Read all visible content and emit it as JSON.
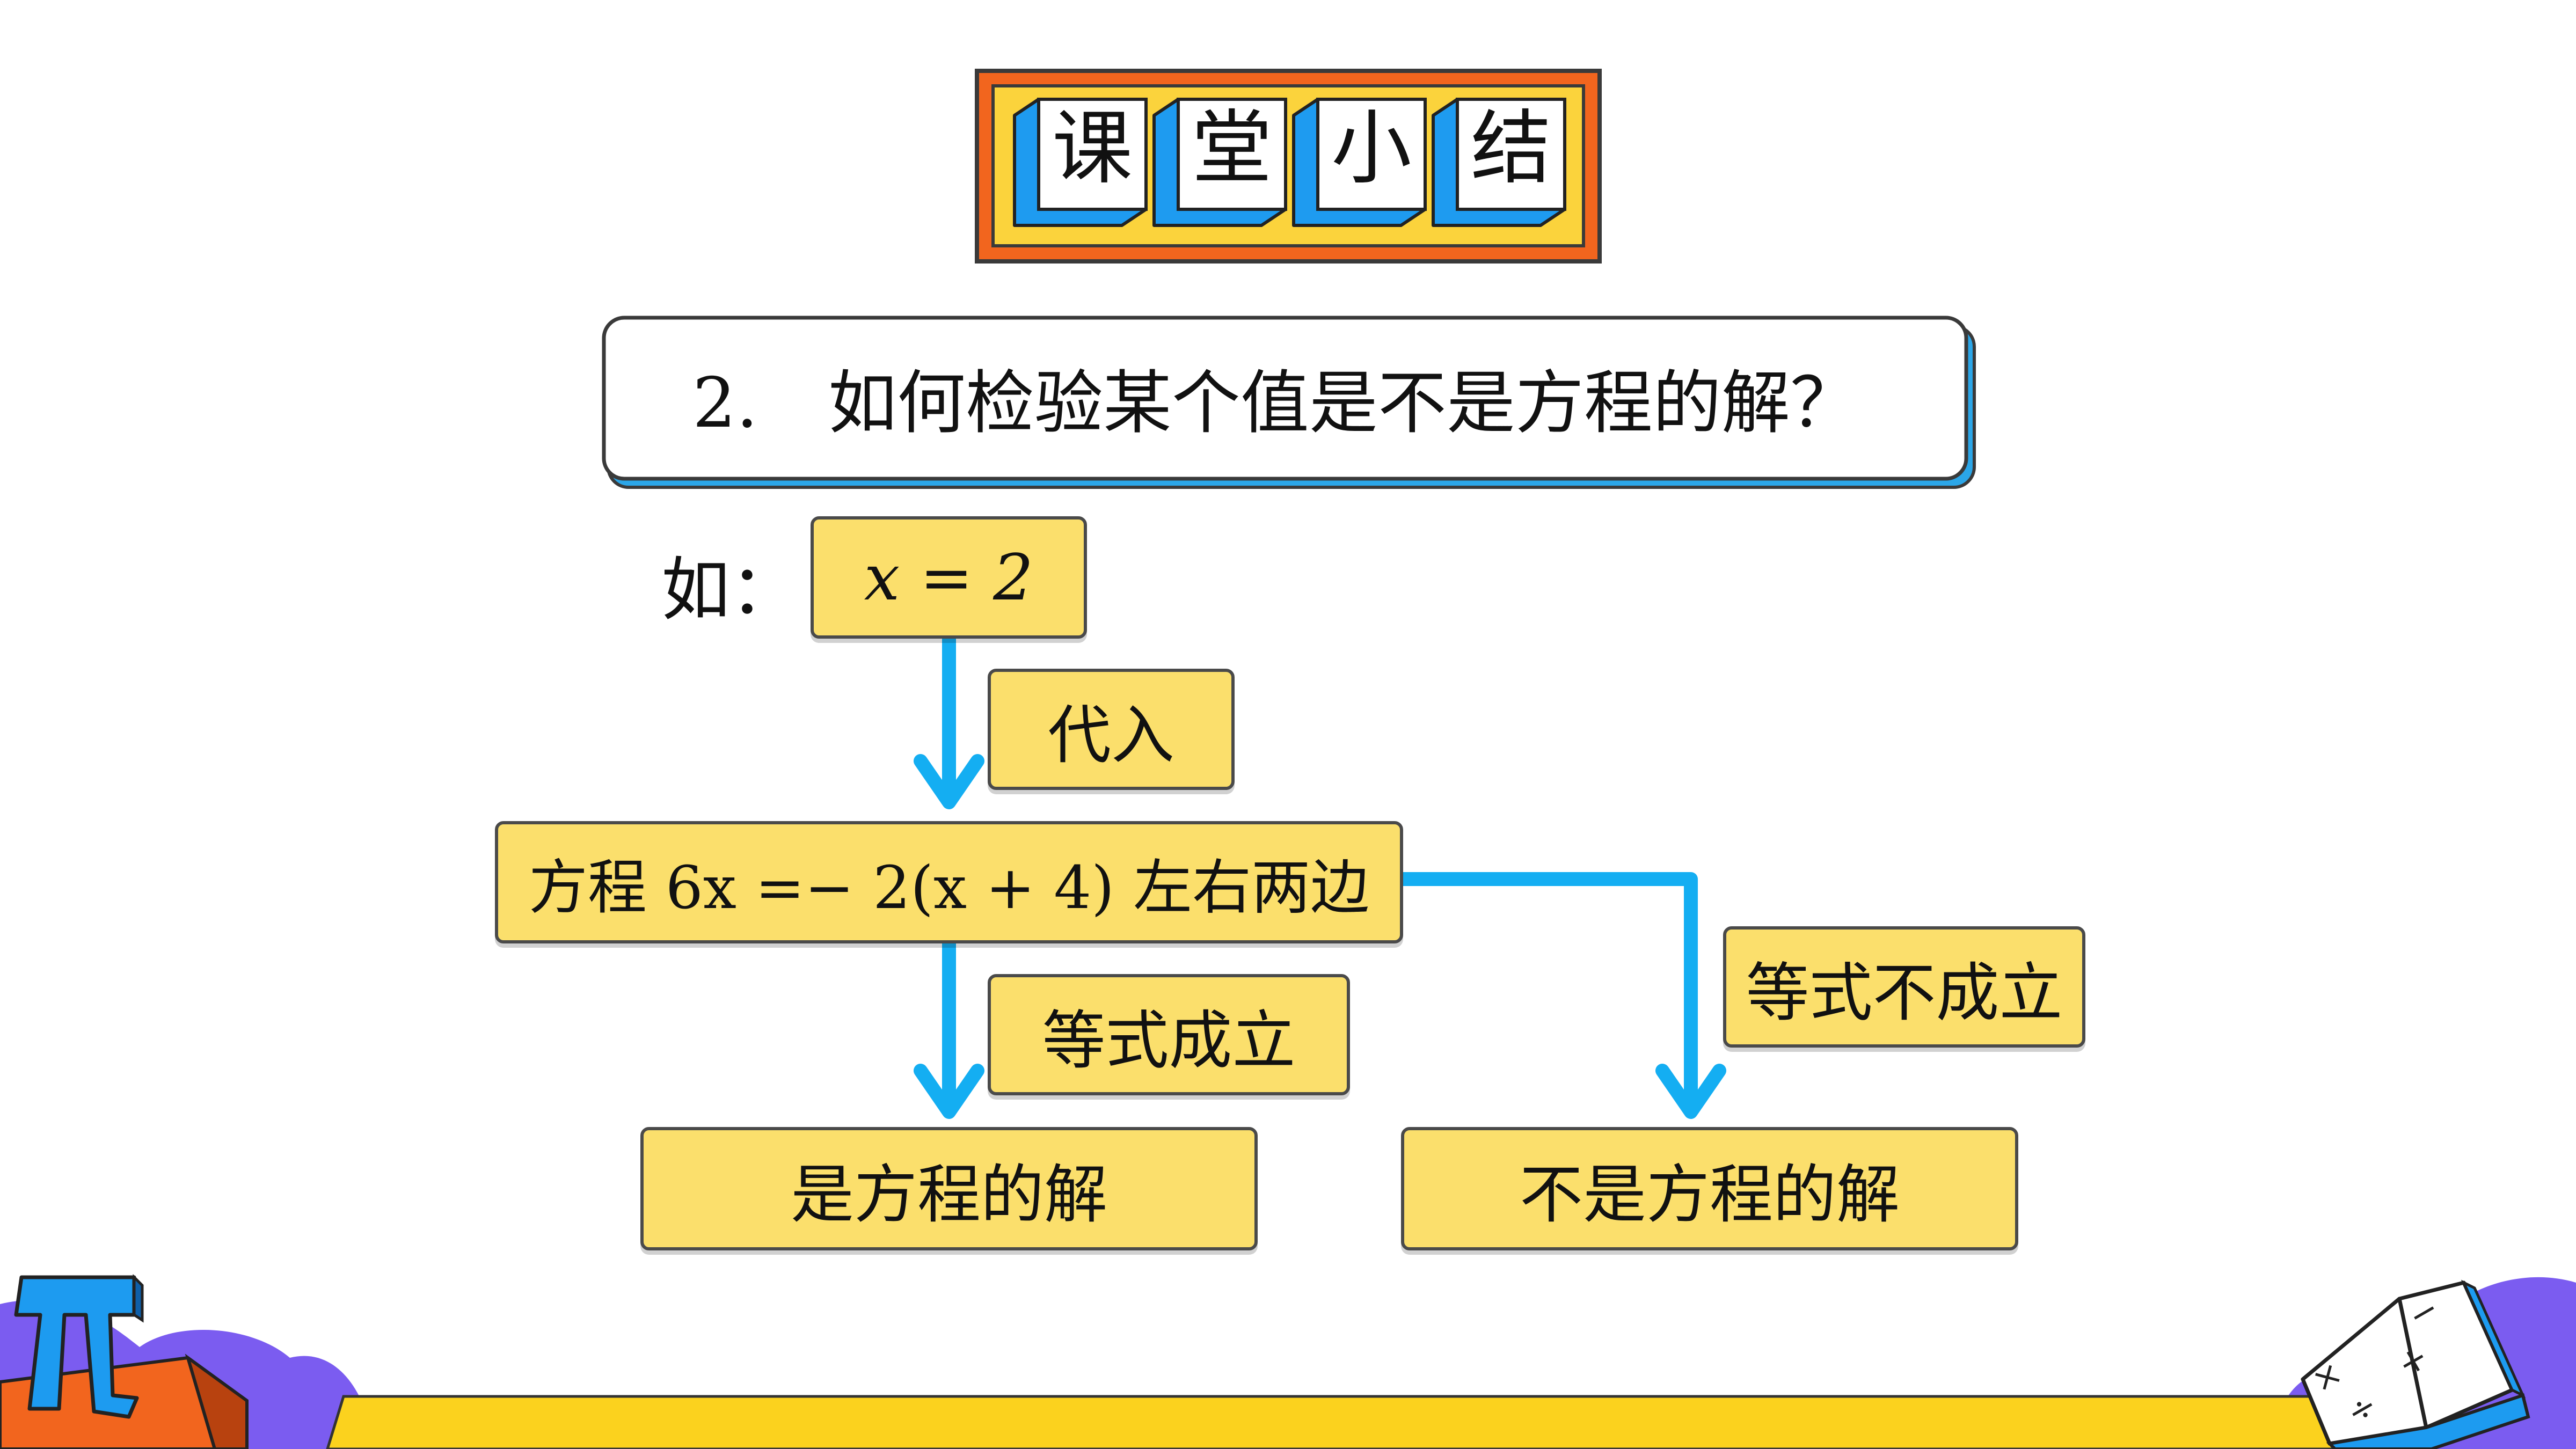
{
  "title": {
    "chars": [
      "课",
      "堂",
      "小",
      "结"
    ]
  },
  "question": {
    "number": "2.",
    "text": "如何检验某个值是不是方程的解？"
  },
  "example": {
    "prefix": "如：",
    "value": "x = 2"
  },
  "flow": {
    "substitute_label": "代入",
    "equation_label": "方程 6x =− 2(x + 4) 左右两边",
    "true_label": "等式成立",
    "false_label": "等式不成立",
    "is_solution": "是方程的解",
    "not_solution": "不是方程的解"
  },
  "decorations": {
    "pi_symbol": "π",
    "book_symbols": [
      "×",
      "÷",
      "−",
      "+"
    ]
  },
  "colors": {
    "title_frame_outer": "#F2651E",
    "title_frame_inner": "#FBD33C",
    "tile_side": "#1E9BF0",
    "question_shadow": "#2BA6E8",
    "box_fill": "#FBDF6C",
    "arrow": "#14AEF2",
    "band": "#FBD21E",
    "cloud": "#7B5CF0",
    "pi_blue": "#1D9BF0",
    "pi_block": "#F2651E"
  }
}
